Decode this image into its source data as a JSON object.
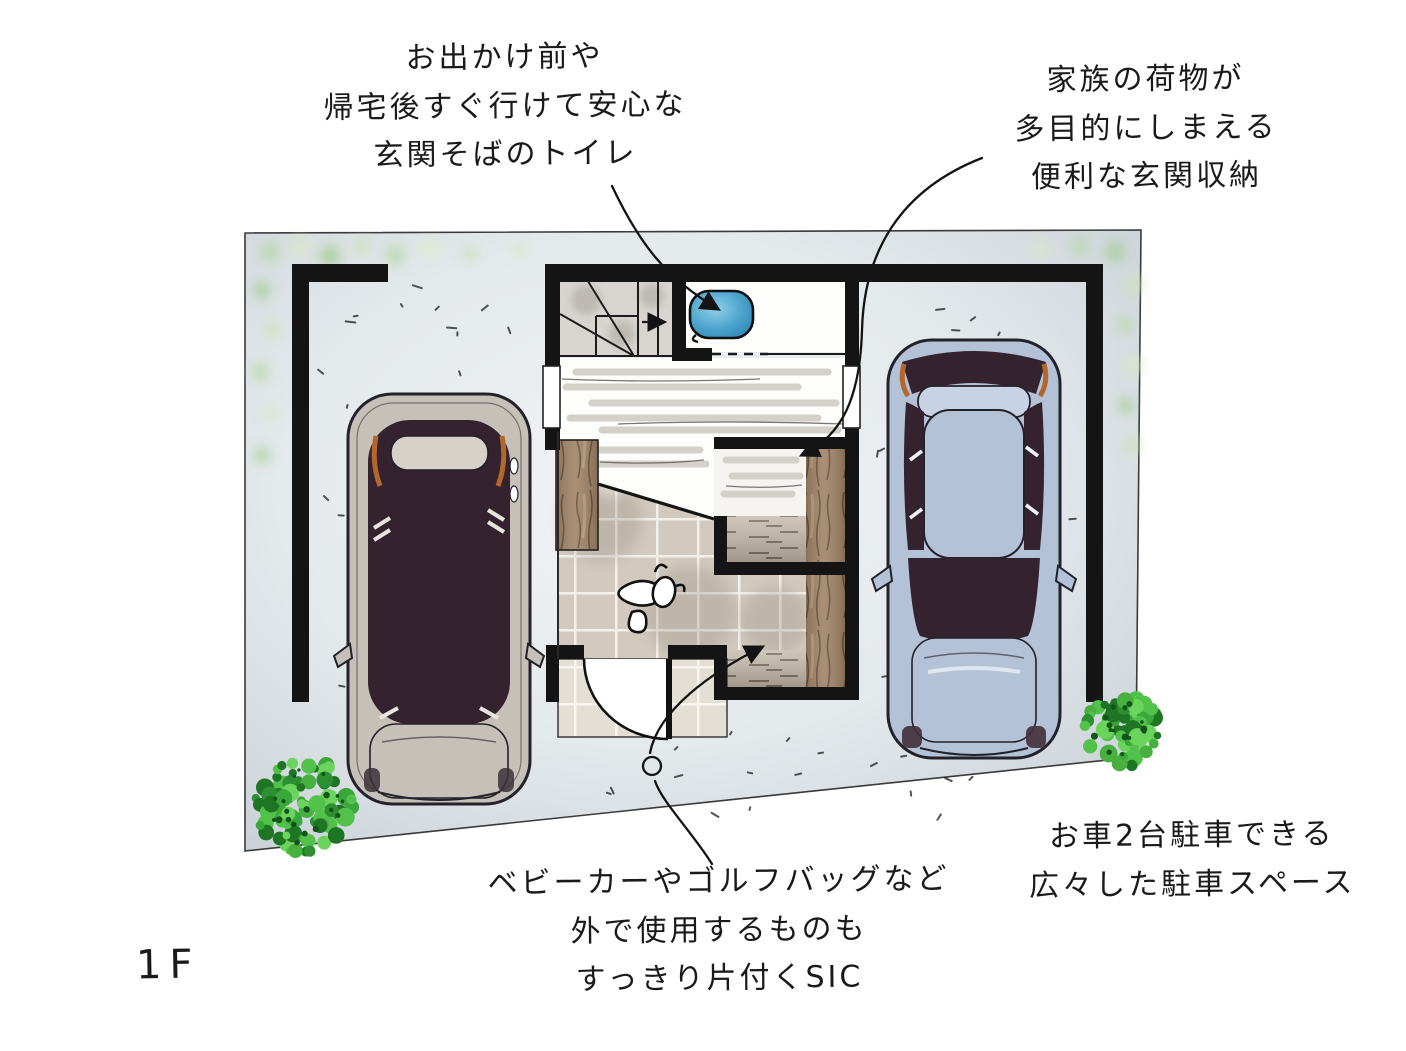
{
  "floor_plan": {
    "floor_label": "1F",
    "annotations": {
      "toilet_note": {
        "lines": [
          "お出かけ前や",
          "帰宅後すぐ行けて安心な",
          "玄関そばのトイレ"
        ]
      },
      "storage_note": {
        "lines": [
          "家族の荷物が",
          "多目的にしまえる",
          "便利な玄関収納"
        ]
      },
      "sic_note": {
        "lines": [
          "ベビーカーやゴルフバッグなど",
          "外で使用するものも",
          "すっきり片付くSIC"
        ]
      },
      "parking_note": {
        "lines": [
          "お車2台駐車できる",
          "広々した駐車スペース"
        ]
      }
    },
    "colors": {
      "ink": "#1a1a1a",
      "wall": "#141414",
      "site_fill": "#eaeef1",
      "site_edge": "#c9d0d5",
      "toilet_blue": "#5db4d8",
      "toilet_blue_deep": "#2d7fae",
      "car_left_body": "#c6c1b8",
      "car_right_body": "#b4c2d8",
      "glass": "#34232f",
      "wood": "#9e8164",
      "tile": "#d2cabf",
      "tile_grout": "#f3f0ea",
      "shelf": "#c3b9aa",
      "bush_green": "#3aa73a"
    }
  }
}
